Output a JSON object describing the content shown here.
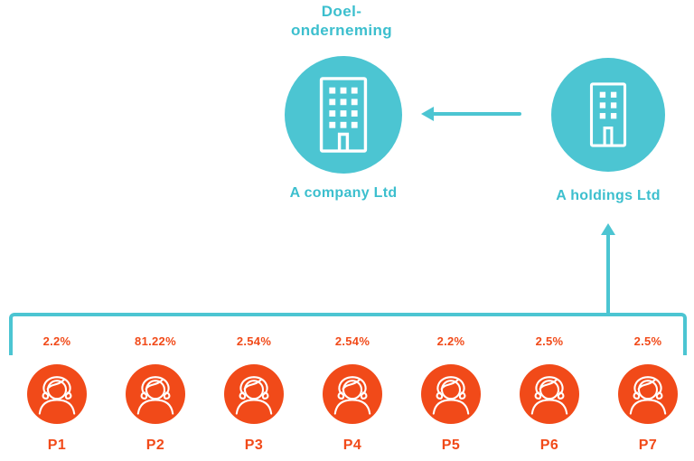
{
  "title": {
    "line1": "Doel-",
    "line2": "onderneming"
  },
  "companies": {
    "target": {
      "label": "A company Ltd"
    },
    "holding": {
      "label": "A holdings Ltd"
    }
  },
  "persons": [
    {
      "id": "P1",
      "percent": "2.2%"
    },
    {
      "id": "P2",
      "percent": "81.22%"
    },
    {
      "id": "P3",
      "percent": "2.54%"
    },
    {
      "id": "P4",
      "percent": "2.54%"
    },
    {
      "id": "P5",
      "percent": "2.2%"
    },
    {
      "id": "P6",
      "percent": "2.5%"
    },
    {
      "id": "P7",
      "percent": "2.5%"
    }
  ],
  "colors": {
    "teal": "#4cc5d2",
    "teal_text": "#3cbfce",
    "orange": "#f14a19",
    "background": "#ffffff"
  }
}
